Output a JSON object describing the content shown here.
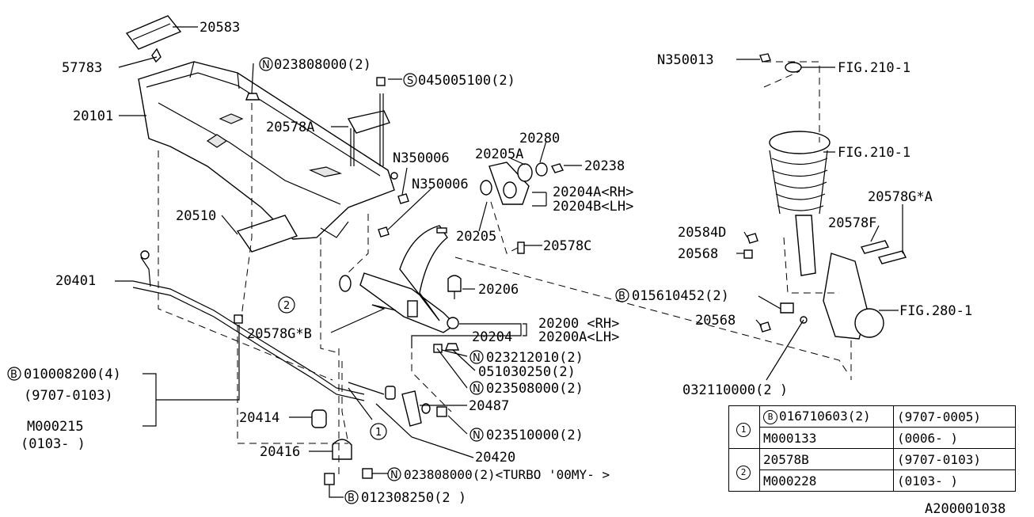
{
  "figure_id": "A200001038",
  "callouts": [
    {
      "id": "20583",
      "text": "20583"
    },
    {
      "id": "57783",
      "text": "57783"
    },
    {
      "id": "20101",
      "text": "20101"
    },
    {
      "id": "N023808000_top",
      "text": "023808000(2)",
      "prefix": "N"
    },
    {
      "id": "S045005100",
      "text": "045005100(2)",
      "prefix": "S"
    },
    {
      "id": "20578A",
      "text": "20578A"
    },
    {
      "id": "N350006_a",
      "text": "N350006"
    },
    {
      "id": "N350006_b",
      "text": "N350006"
    },
    {
      "id": "20510",
      "text": "20510"
    },
    {
      "id": "20401",
      "text": "20401"
    },
    {
      "id": "20578GB",
      "text": "20578G*B"
    },
    {
      "id": "B010008200",
      "text": "010008200(4)",
      "prefix": "B"
    },
    {
      "id": "r9707_0103_a",
      "text": "(9707-0103)"
    },
    {
      "id": "M000215",
      "text": "M000215"
    },
    {
      "id": "r0103_a",
      "text": "(0103-      )"
    },
    {
      "id": "20414",
      "text": "20414"
    },
    {
      "id": "20416",
      "text": "20416"
    },
    {
      "id": "N023808000_turbo",
      "text": "023808000(2)<TURBO '00MY- >",
      "prefix": "N"
    },
    {
      "id": "B012308250",
      "text": "012308250(2 )",
      "prefix": "B"
    },
    {
      "id": "20280",
      "text": "20280"
    },
    {
      "id": "20205A",
      "text": "20205A"
    },
    {
      "id": "20238",
      "text": "20238"
    },
    {
      "id": "20204A",
      "text": "20204A<RH>"
    },
    {
      "id": "20204B",
      "text": "20204B<LH>"
    },
    {
      "id": "20205",
      "text": "20205"
    },
    {
      "id": "20578C",
      "text": "20578C"
    },
    {
      "id": "20206",
      "text": "20206"
    },
    {
      "id": "20200",
      "text": "20200  <RH>"
    },
    {
      "id": "20200A",
      "text": "20200A<LH>"
    },
    {
      "id": "20204",
      "text": "20204"
    },
    {
      "id": "N023212010",
      "text": "023212010(2)",
      "prefix": "N"
    },
    {
      "id": "051030250",
      "text": "051030250(2)"
    },
    {
      "id": "N023508000",
      "text": "023508000(2)",
      "prefix": "N"
    },
    {
      "id": "20487",
      "text": "20487"
    },
    {
      "id": "N023510000",
      "text": "023510000(2)",
      "prefix": "N"
    },
    {
      "id": "20420",
      "text": "20420"
    },
    {
      "id": "N350013",
      "text": "N350013"
    },
    {
      "id": "FIG210_1_a",
      "text": "FIG.210-1"
    },
    {
      "id": "FIG210_1_b",
      "text": "FIG.210-1"
    },
    {
      "id": "20578GA",
      "text": "20578G*A"
    },
    {
      "id": "20584D",
      "text": "20584D"
    },
    {
      "id": "20578F",
      "text": "20578F"
    },
    {
      "id": "20568_a",
      "text": "20568"
    },
    {
      "id": "B015610452",
      "text": "015610452(2)",
      "prefix": "B"
    },
    {
      "id": "20568_b",
      "text": "20568"
    },
    {
      "id": "FIG280_1",
      "text": "FIG.280-1"
    },
    {
      "id": "032110000",
      "text": "032110000(2 )"
    },
    {
      "id": "key1_mark",
      "text": "1"
    },
    {
      "id": "key2_mark",
      "text": "2"
    }
  ],
  "legend": {
    "rows": [
      {
        "key": "1",
        "code": "016710603(2)",
        "prefix": "B",
        "range": "(9707-0005)"
      },
      {
        "key": "",
        "code": "M000133",
        "prefix": "",
        "range": "(0006-      )"
      },
      {
        "key": "2",
        "code": "20578B",
        "prefix": "",
        "range": "(9707-0103)"
      },
      {
        "key": "",
        "code": "M000228",
        "prefix": "",
        "range": "(0103-      )"
      }
    ]
  }
}
